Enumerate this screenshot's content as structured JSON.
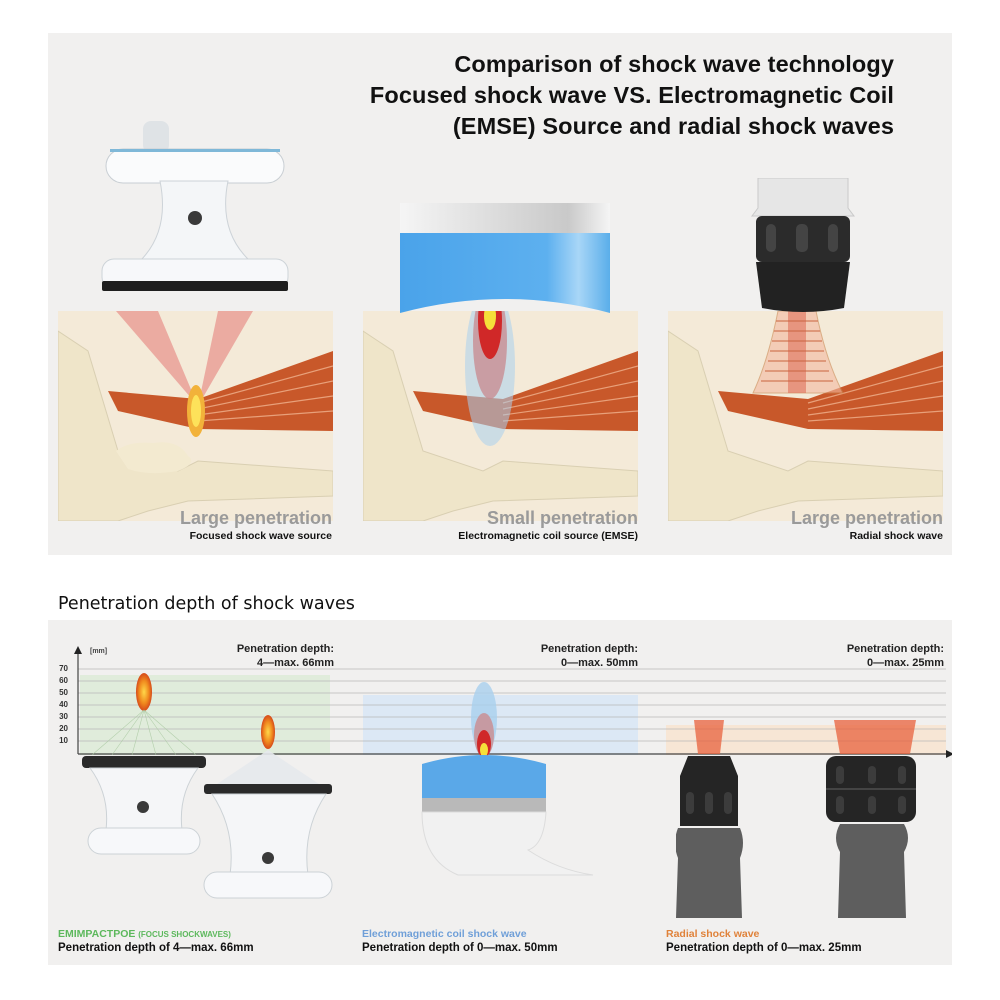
{
  "header": {
    "title_lines": [
      "Comparison of shock wave technology",
      "Focused shock wave VS. Electromagnetic Coil",
      "(EMSE) Source and radial shock waves"
    ]
  },
  "comparison": [
    {
      "label": "Large penetration",
      "sublabel": "Focused shock wave source",
      "device": "focused-applicator"
    },
    {
      "label": "Small penetration",
      "sublabel": "Electromagnetic coil source (EMSE)",
      "device": "emse-coil"
    },
    {
      "label": "Large penetration",
      "sublabel": "Radial shock wave",
      "device": "radial-applicator"
    }
  ],
  "depth_section": {
    "title": "Penetration depth of shock waves",
    "axis_unit": "[mm]",
    "ticks": [
      "70",
      "60",
      "50",
      "40",
      "30",
      "20",
      "10"
    ],
    "columns": [
      {
        "depth_heading": "Penetration depth:",
        "depth_range": "4—max. 66mm",
        "caption_title": "EMIMPACTPOE",
        "caption_title_suffix": "(FOCUS SHOCKWAVES)",
        "caption_text": "Penetration depth of 4—max. 66mm",
        "color": "#5cb85c"
      },
      {
        "depth_heading": "Penetration depth:",
        "depth_range": "0—max. 50mm",
        "caption_title": "Electromagnetic coil shock wave",
        "caption_text": "Penetration depth of 0—max. 50mm",
        "color": "#6f9fd8"
      },
      {
        "depth_heading": "Penetration depth:",
        "depth_range": "0—max. 25mm",
        "caption_title": "Radial shock wave",
        "caption_text": "Penetration depth of 0—max. 25mm",
        "color": "#e0823a"
      }
    ]
  },
  "chart_data": {
    "type": "bar",
    "title": "Penetration depth of shock waves",
    "ylabel": "[mm]",
    "ylim": [
      0,
      70
    ],
    "yticks": [
      10,
      20,
      30,
      40,
      50,
      60,
      70
    ],
    "grid": true,
    "categories": [
      "Focused shock wave (EMIMPACTPOE)",
      "Electromagnetic coil shock wave",
      "Radial shock wave"
    ],
    "series": [
      {
        "name": "min depth (mm)",
        "values": [
          4,
          0,
          0
        ]
      },
      {
        "name": "max depth (mm)",
        "values": [
          66,
          50,
          25
        ]
      }
    ],
    "colors": [
      "#dcebd6",
      "#d9e7f5",
      "#f7e4d2"
    ]
  },
  "colors": {
    "panel_bg": "#f1f0ef",
    "skin": "#f4ead8",
    "muscle": "#c8582a",
    "focus_red": "#d62a2a",
    "coil_blue": "#4a9fe0",
    "radial_black": "#2a2a2a"
  }
}
